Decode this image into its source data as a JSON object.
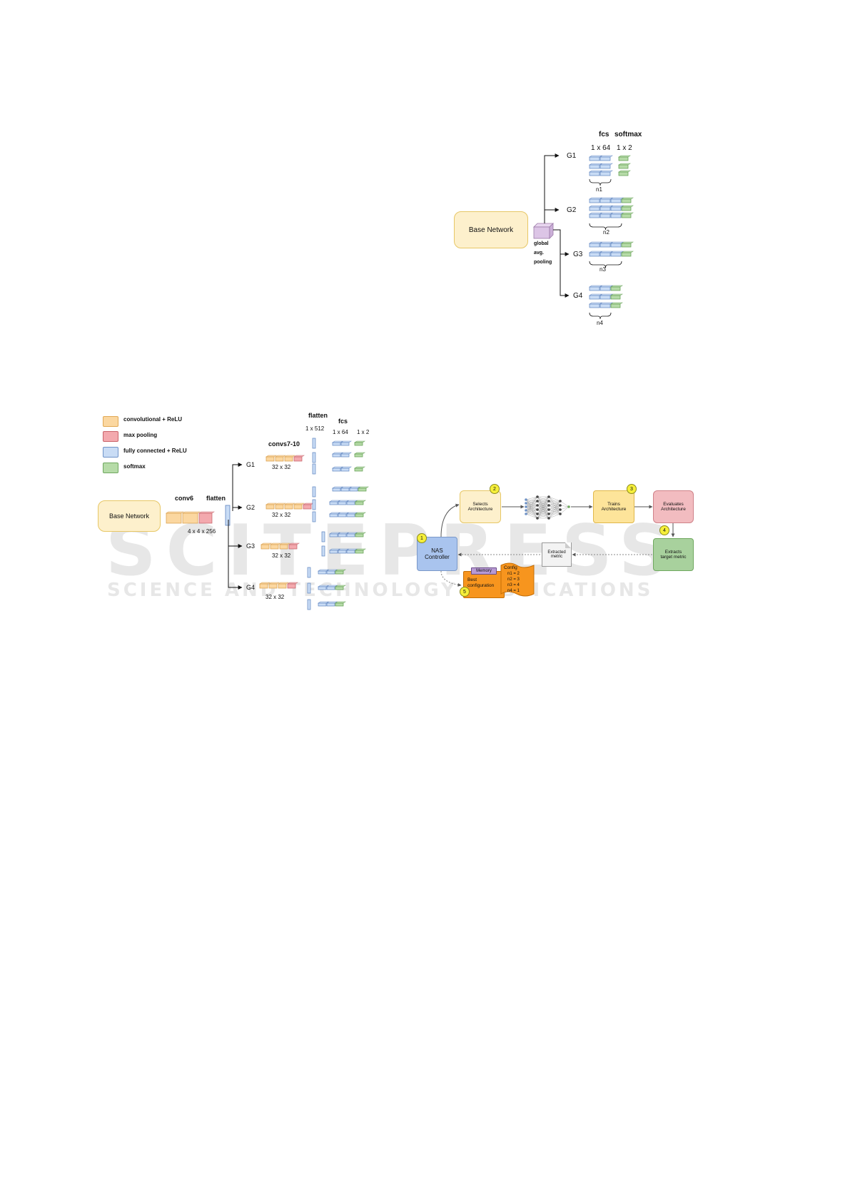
{
  "watermark": {
    "main": "SCITEPRESS",
    "sub": "SCIENCE AND TECHNOLOGY PUBLICATIONS"
  },
  "figure_top": {
    "base_network": "Base Network",
    "pooling_label": [
      "global",
      "avg.",
      "pooling"
    ],
    "col_header_fcs": "fcs",
    "col_header_softmax": "softmax",
    "dim_fcs": "1 x 64",
    "dim_softmax": "1 x 2",
    "groups": [
      "G1",
      "G2",
      "G3",
      "G4"
    ],
    "counts": [
      "n1",
      "n2",
      "n3",
      "n4"
    ]
  },
  "figure_bottom": {
    "legend": [
      {
        "label": "convolutional + ReLU",
        "color": "#fbd7a0"
      },
      {
        "label": "max pooling",
        "color": "#f3a9ae"
      },
      {
        "label": "fully connected + ReLU",
        "color": "#c9dcf5"
      },
      {
        "label": "softmax",
        "color": "#b6dba8"
      }
    ],
    "base_network": "Base Network",
    "conv6": "conv6",
    "flatten1": "flatten",
    "dim_conv6": "4 x 4 x 256",
    "convs_label": "convs7-10",
    "flatten2": "flatten",
    "dim_flatten": "1 x 512",
    "fcs": "fcs",
    "dim_fcs": "1 x 64",
    "dim_soft": "1 x 2",
    "groups": [
      "G1",
      "G2",
      "G3",
      "G4"
    ],
    "conv_dims": [
      "32 x 32",
      "32 x 32",
      "32 x 32",
      "32 x 32"
    ]
  },
  "nas": {
    "controller": [
      "NAS",
      "Controller"
    ],
    "selects": [
      "Selects",
      "Architecture"
    ],
    "trains": [
      "Trains",
      "Architecture"
    ],
    "evaluates": [
      "Evaluates",
      "Architecture"
    ],
    "extracts": [
      "Extracts",
      "target metric"
    ],
    "extracted": [
      "Extracted",
      "metric"
    ],
    "memory": "Memory",
    "best": [
      "Best",
      "configuration"
    ],
    "config_title": "Config",
    "config_lines": [
      "n1 = 2",
      "n2 = 3",
      "n3 = 4",
      "n4 = 1"
    ],
    "steps": [
      "1",
      "2",
      "3",
      "4",
      "5"
    ]
  },
  "colors": {
    "base_fill": "#fdf0cc",
    "base_border": "#e7c766",
    "fc_blue": "#c9dcf5",
    "softmax_green": "#b6dba8",
    "conv_orange": "#fbd7a0",
    "pool_red": "#f3a9ae",
    "pool_purple": "#dcc5e6",
    "controller_blue": "#a9c4ee",
    "trains_yellow": "#fde49a",
    "evaluates_red": "#f2bcc0",
    "extracts_green": "#a8d19d",
    "badge_yellow": "#f6ef3a",
    "memory_orange": "#f7951e"
  }
}
